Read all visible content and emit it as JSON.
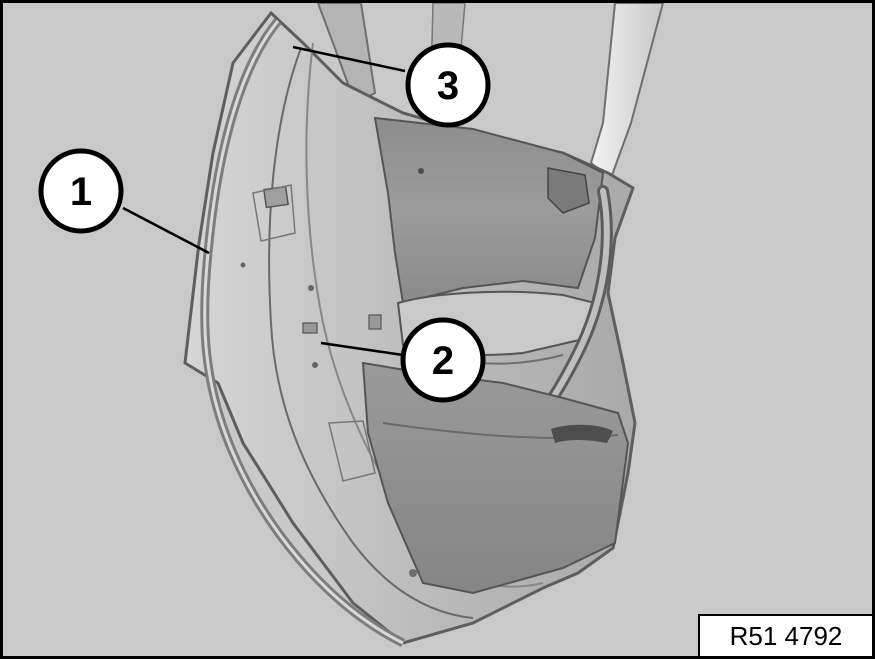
{
  "figure": {
    "reference_number": "R51 4792",
    "callouts": [
      {
        "label": "1"
      },
      {
        "label": "2"
      },
      {
        "label": "3"
      }
    ]
  }
}
